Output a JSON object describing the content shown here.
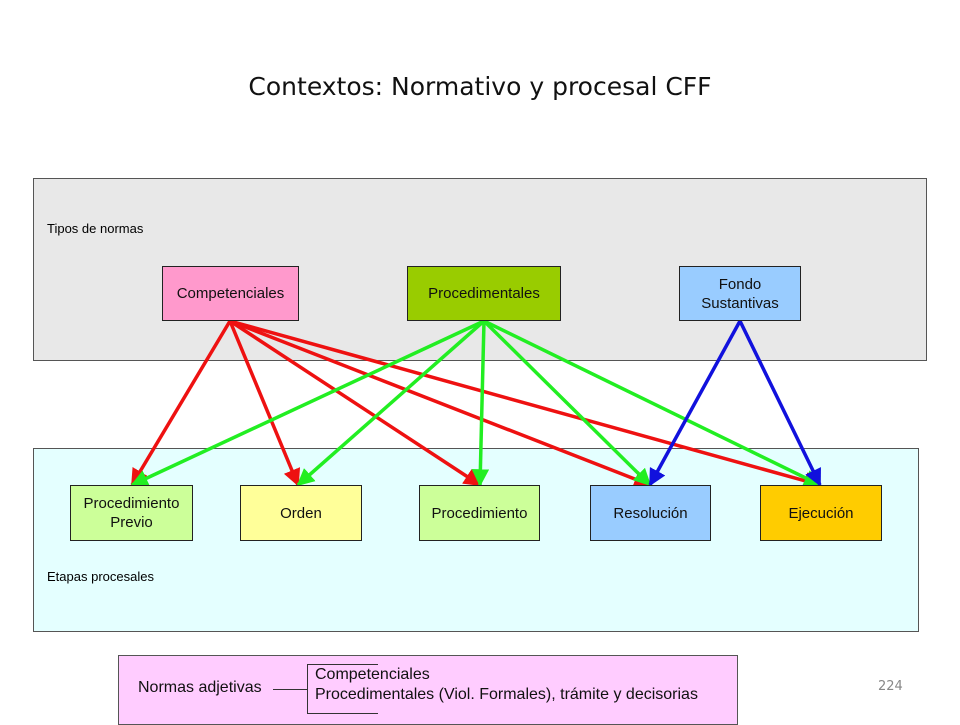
{
  "title": "Contextos: Normativo y procesal CFF",
  "panels": {
    "top_label": "Tipos de normas",
    "bottom_label": "Etapas procesales",
    "top_color": "#e8e8e8",
    "bottom_color": "#e4ffff"
  },
  "top_nodes": {
    "competenciales": {
      "label": "Competenciales",
      "color": "#ff99cc"
    },
    "procedimentales": {
      "label": "Procedimentales",
      "color": "#99cc00"
    },
    "fondo": {
      "label_line1": "Fondo",
      "label_line2": "Sustantivas",
      "color": "#99ccff"
    }
  },
  "bottom_nodes": {
    "procedimiento_previo": {
      "label_line1": "Procedimiento",
      "label_line2": "Previo",
      "color": "#ccff99"
    },
    "orden": {
      "label": "Orden",
      "color": "#ffff99"
    },
    "procedimiento": {
      "label": "Procedimiento",
      "color": "#ccff99"
    },
    "resolucion": {
      "label": "Resolución",
      "color": "#99ccff"
    },
    "ejecucion": {
      "label": "Ejecución",
      "color": "#ffcc00"
    }
  },
  "edges": [
    {
      "from": "competenciales",
      "to": "procedimiento_previo",
      "color": "#ee1111"
    },
    {
      "from": "competenciales",
      "to": "orden",
      "color": "#ee1111"
    },
    {
      "from": "competenciales",
      "to": "procedimiento",
      "color": "#ee1111"
    },
    {
      "from": "competenciales",
      "to": "resolucion",
      "color": "#ee1111"
    },
    {
      "from": "competenciales",
      "to": "ejecucion",
      "color": "#ee1111"
    },
    {
      "from": "procedimentales",
      "to": "procedimiento_previo",
      "color": "#22ee22"
    },
    {
      "from": "procedimentales",
      "to": "orden",
      "color": "#22ee22"
    },
    {
      "from": "procedimentales",
      "to": "procedimiento",
      "color": "#22ee22"
    },
    {
      "from": "procedimentales",
      "to": "resolucion",
      "color": "#22ee22"
    },
    {
      "from": "procedimentales",
      "to": "ejecucion",
      "color": "#22ee22"
    },
    {
      "from": "fondo",
      "to": "resolucion",
      "color": "#1111dd"
    },
    {
      "from": "fondo",
      "to": "ejecucion",
      "color": "#1111dd"
    }
  ],
  "legend": {
    "left": "Normas adjetivas",
    "line1": "Competenciales",
    "line2": "Procedimentales (Viol. Formales), trámite y decisorias",
    "color": "#ffccff"
  },
  "page_number": "224"
}
